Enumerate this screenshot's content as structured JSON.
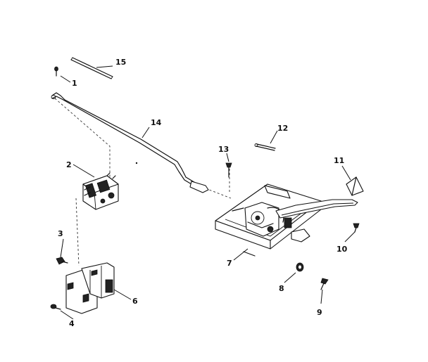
{
  "callouts": {
    "c1": "1",
    "c2": "2",
    "c3": "3",
    "c4": "4",
    "c6": "6",
    "c7": "7",
    "c8": "8",
    "c9": "9",
    "c10": "10",
    "c11": "11",
    "c12": "12",
    "c13": "13",
    "c14": "14",
    "c15": "15"
  }
}
